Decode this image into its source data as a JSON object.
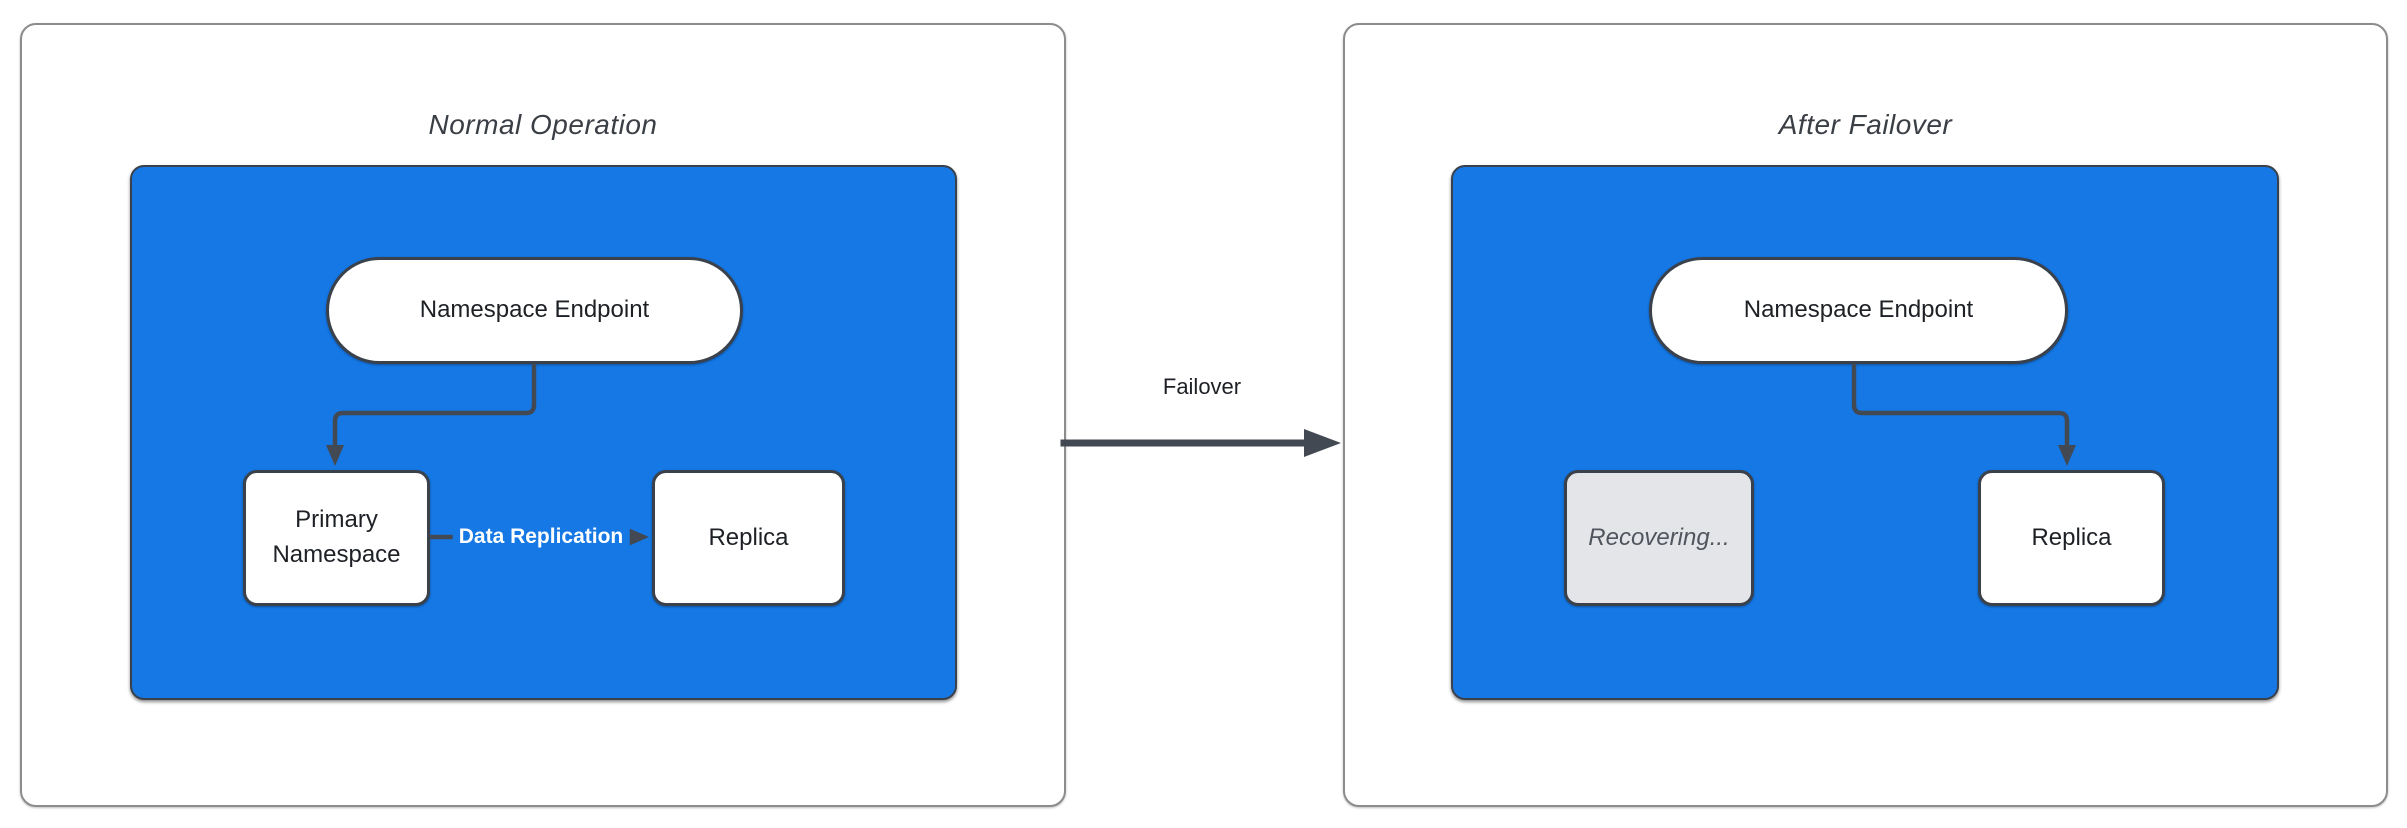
{
  "colors": {
    "container_blue": "#1578e5",
    "node_border": "#3a414b",
    "arrow_color": "#424953",
    "panel_border": "#8c8c8c",
    "title_text": "#3a3e45",
    "label_text": "#1d2025",
    "recovering_fill": "#e3e5e8",
    "recovering_text": "#50555e",
    "replication_label": "#ffffff"
  },
  "panels": [
    {
      "title": "Normal Operation",
      "nodes": {
        "endpoint": "Namespace Endpoint",
        "primary": "Primary Namespace",
        "replica": "Replica"
      },
      "edge_label": "Data Replication"
    },
    {
      "title": "After Failover",
      "nodes": {
        "endpoint": "Namespace Endpoint",
        "recovering": "Recovering...",
        "replica": "Replica"
      }
    }
  ],
  "transition": {
    "label": "Failover"
  }
}
